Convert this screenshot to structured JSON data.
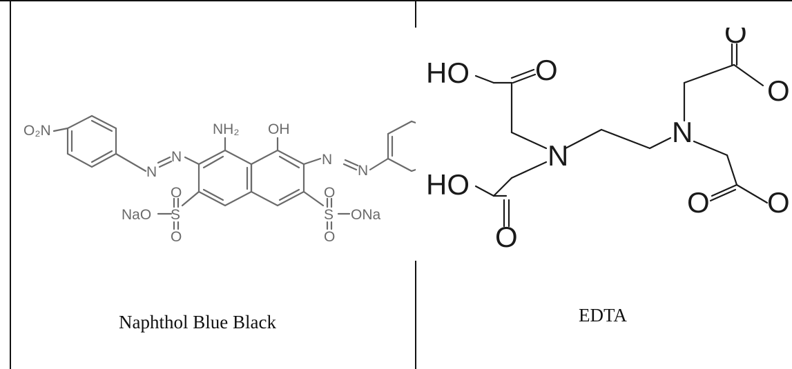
{
  "left_cell": {
    "caption": "Naphthol Blue Black",
    "structure": {
      "labels": {
        "nitro": "O₂N",
        "azo_n1": "N",
        "azo_n2": "N",
        "amino": "NH₂",
        "hydroxyl": "OH",
        "azo_n3": "N",
        "azo_n4": "N",
        "sulfonate_left_na": "NaO",
        "sulfonate_left_s": "S",
        "sulfonate_left_o_top": "O",
        "sulfonate_left_o_bottom": "O",
        "sulfonate_right_s": "S",
        "sulfonate_right_na": "ONa",
        "sulfonate_right_o_top": "O",
        "sulfonate_right_o_bottom": "O"
      },
      "color": "#6a6a6a"
    }
  },
  "right_cell": {
    "caption": "EDTA",
    "structure": {
      "labels": {
        "ho_top": "HO",
        "o_top_left": "O",
        "o_top_right": "O",
        "o_right_top": "O",
        "n_left": "N",
        "n_right": "N",
        "ho_bottom": "HO",
        "o_bottom_left": "O",
        "o_bottom_right_eq": "O",
        "o_right_bottom": "O"
      },
      "color": "#1a1a1a"
    }
  }
}
